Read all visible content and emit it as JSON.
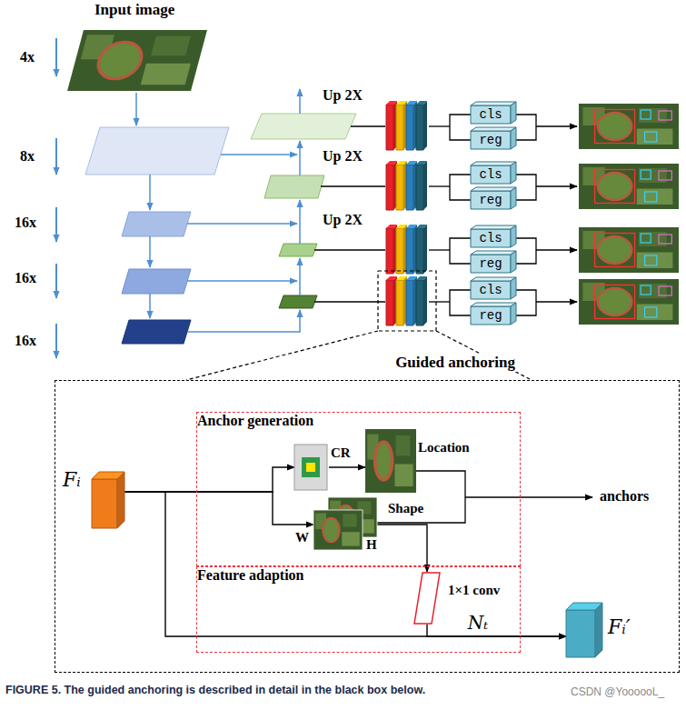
{
  "diagram": {
    "caption": "FIGURE 5. The guided anchoring is described in detail in the black box below.",
    "nodes": [
      {
        "text": [
          "cls"
        ]
      },
      {
        "text": [
          "reg"
        ]
      },
      {
        "text": [
          "cls"
        ]
      },
      {
        "text": [
          "reg"
        ]
      },
      {
        "text": [
          "cls"
        ]
      },
      {
        "text": [
          "reg"
        ]
      },
      {
        "text": [
          "cls"
        ]
      },
      {
        "text": [
          "reg"
        ]
      },
      {
        "text": [
          "Guided anchoring"
        ]
      },
      {
        "text": [
          "Fᵢ"
        ],
        "in": 8
      },
      {
        "text": [
          "Anchor generation"
        ],
        "in": 8
      },
      {
        "text": [
          "CR"
        ],
        "in": 10
      },
      {
        "text": [
          "Location"
        ],
        "in": 10
      },
      {
        "text": [
          "Shape",
          "W",
          "H"
        ],
        "in": 10
      },
      {
        "text": [
          "Feature adaption"
        ],
        "in": 8
      },
      {
        "text": [
          "1×1 conv"
        ],
        "in": 14
      },
      {
        "text": [
          "Fᵢ′"
        ],
        "in": 8
      }
    ],
    "edges": [
      {
        "from": 9,
        "to": 11,
        "arrow": "to"
      },
      {
        "from": 9,
        "to": 13,
        "arrow": "to"
      },
      {
        "from": 11,
        "to": 12,
        "arrow": "to"
      },
      {
        "from": 13,
        "to": 15,
        "arrow": "to"
      },
      {
        "from": 9,
        "to": 16,
        "arrow": "to",
        "label": "Nₜ"
      },
      {
        "from": 15,
        "to": 16,
        "arrow": "to"
      }
    ],
    "labels": [
      "Input image",
      "4x",
      "8x",
      "16x",
      "16x",
      "16x",
      "Up 2X",
      "Up 2X",
      "Up 2X",
      "anchors",
      "CSDN @YoooooL_"
    ]
  }
}
